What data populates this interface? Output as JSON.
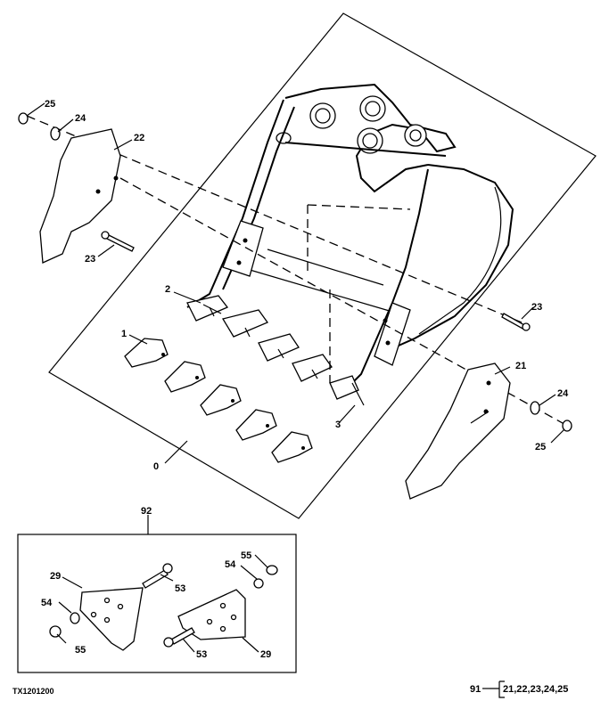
{
  "figure_id": "TX1201200",
  "kit_line": {
    "kit_number": "91",
    "parts": "21,22,23,24,25"
  },
  "callouts": {
    "c25_top": "25",
    "c24_top": "24",
    "c22": "22",
    "c23_left": "23",
    "c2": "2",
    "c1": "1",
    "c23_right": "23",
    "c21": "21",
    "c24_right": "24",
    "c25_right": "25",
    "c3": "3",
    "c0": "0",
    "c92": "92",
    "c55_a": "55",
    "c54_a": "54",
    "c29_a": "29",
    "c53_a": "53",
    "c54_b": "54",
    "c55_b": "55",
    "c53_b": "53",
    "c29_b": "29"
  }
}
